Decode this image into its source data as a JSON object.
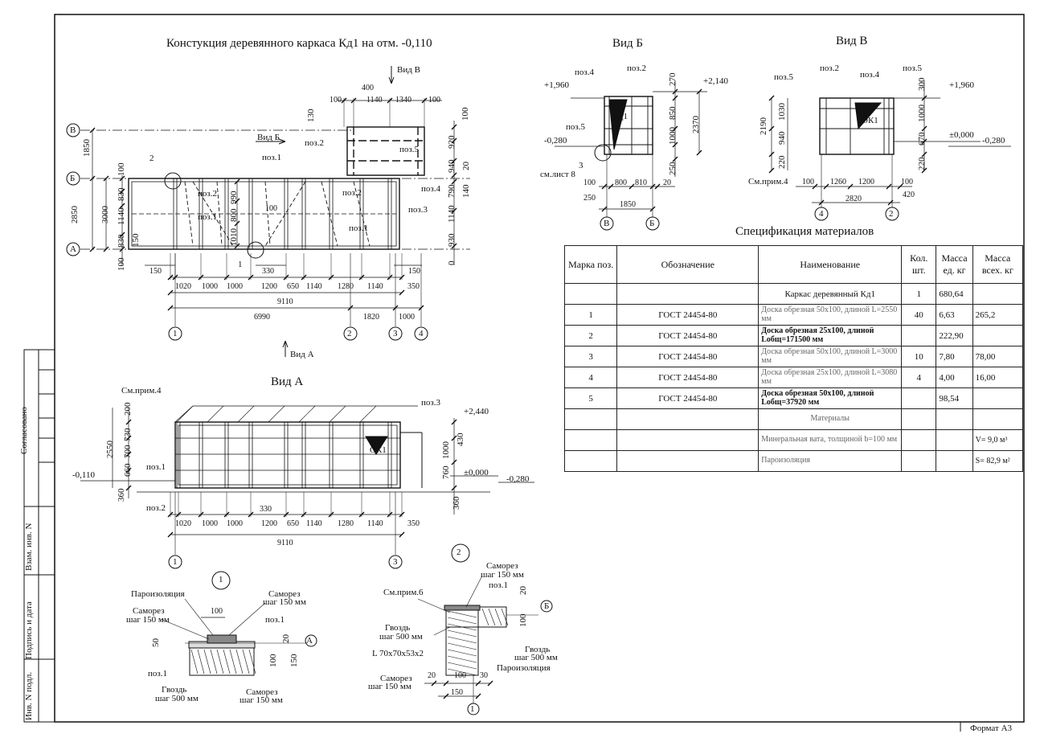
{
  "main_title": "Констукция деревянного каркаса Кд1 на отм. -0,110",
  "view_a_title": "Вид А",
  "view_b_title": "Вид Б",
  "view_v_title": "Вид В",
  "spec_title": "Спецификация материалов",
  "format_label": "Формат А3",
  "stamp": [
    "Согласовано",
    "Взам. инв. N",
    "Подпись и дата",
    "Инв. N подл."
  ],
  "plan": {
    "axes_rows": [
      "В",
      "Б",
      "А"
    ],
    "axes_cols": [
      "1",
      "2",
      "3",
      "4"
    ],
    "arrow_v": "Вид В",
    "arrow_b": "Вид Б",
    "arrow_a": "Вид А",
    "pos": [
      "поз.1",
      "поз.2",
      "поз.3",
      "поз.4",
      "поз.5"
    ],
    "callouts": [
      "1",
      "2"
    ],
    "top_dims": [
      "100",
      "400",
      "1140",
      "1340",
      "100",
      "130"
    ],
    "left_dims": [
      "1850",
      "2850",
      "3000",
      "100",
      "830",
      "1140",
      "830",
      "150",
      "100"
    ],
    "mid_dims": [
      "990",
      "800",
      "1010",
      "100"
    ],
    "right_dims": [
      "100",
      "920",
      "940",
      "20",
      "790",
      "140",
      "1140",
      "930",
      "0"
    ],
    "bottom_row1": [
      "150",
      "330",
      "150"
    ],
    "bottom_row2": [
      "1020",
      "1000",
      "1000",
      "1200",
      "650",
      "1140",
      "1280",
      "1140",
      "350"
    ],
    "bottom_total": "9110",
    "bottom_row3": [
      "6990",
      "1820",
      "1000"
    ]
  },
  "view_a": {
    "pos": [
      "См.прим.4",
      "поз.3",
      "поз.1",
      "поз.2",
      "ОК1"
    ],
    "left_dims": [
      "200",
      "730",
      "700",
      "660",
      "2550",
      "360"
    ],
    "right_dims": [
      "430",
      "1000",
      "760",
      "360"
    ],
    "levels": [
      "+2,440",
      "-0,110",
      "±0,000",
      "-0,280"
    ],
    "dims": [
      "330",
      "1020",
      "1000",
      "1000",
      "1200",
      "650",
      "1140",
      "1280",
      "1140",
      "350"
    ],
    "total": "9110",
    "axes": [
      "1",
      "3"
    ]
  },
  "view_b": {
    "pos": [
      "поз.4",
      "поз.2",
      "поз.5",
      "Д1"
    ],
    "levels": [
      "+1,960",
      "+2,140",
      "-0,280"
    ],
    "right_dims": [
      "270",
      "850",
      "2370",
      "1000",
      "250"
    ],
    "note": [
      "3",
      "см.лист 8"
    ],
    "bottom": [
      "100",
      "800",
      "810",
      "20",
      "250",
      "1850"
    ],
    "axes": [
      "В",
      "Б"
    ]
  },
  "view_v": {
    "pos": [
      "поз.5",
      "поз.2",
      "поз.4",
      "поз.5",
      "ОК1",
      "См.прим.4"
    ],
    "levels": [
      "+1,960",
      "±0,000",
      "-0,280"
    ],
    "left_dims": [
      "2190",
      "1030",
      "940",
      "220"
    ],
    "right_dims": [
      "300",
      "1000",
      "670",
      "220"
    ],
    "bottom": [
      "100",
      "1260",
      "1200",
      "100",
      "420",
      "2820"
    ],
    "axes": [
      "4",
      "2"
    ]
  },
  "node1": {
    "num": "1",
    "labels": [
      "Пароизоляция",
      "Саморез",
      "шаг 150 мм",
      "Саморез",
      "шаг 150 мм",
      "поз.1",
      "поз.1",
      "Гвоздь",
      "шаг 500 мм",
      "Саморез",
      "шаг 150 мм"
    ],
    "dims": [
      "100",
      "50",
      "20",
      "100",
      "150"
    ],
    "axis": "А"
  },
  "node2": {
    "num": "2",
    "labels": [
      "Саморез",
      "шаг 150 мм",
      "поз.1",
      "См.прим.6",
      "Гвоздь",
      "шаг 500 мм",
      "L 70x70x53x2",
      "Саморез",
      "шаг 150 мм",
      "Гвоздь",
      "шаг 500 мм",
      "Пароизоляция"
    ],
    "dims": [
      "20",
      "100",
      "20",
      "100",
      "30",
      "150"
    ],
    "axes": [
      "Б",
      "1"
    ]
  },
  "spec": {
    "headers": [
      "Марка поз.",
      "Обозначение",
      "Наименование",
      "Кол. шт.",
      "Масса ед. кг",
      "Масса всех. кг"
    ],
    "rows": [
      {
        "mark": "",
        "code": "",
        "name": "Каркас деревянный Кд1",
        "qty": "1",
        "unit": "680,64",
        "total": ""
      },
      {
        "mark": "1",
        "code": "ГОСТ 24454-80",
        "name": "Доска обрезная 50x100, длиной L=2550 мм",
        "qty": "40",
        "unit": "6,63",
        "total": "265,2"
      },
      {
        "mark": "2",
        "code": "ГОСТ 24454-80",
        "name": "Доска обрезная 25x100, длиной Lобщ=171500 мм",
        "qty": "",
        "unit": "222,90",
        "total": ""
      },
      {
        "mark": "3",
        "code": "ГОСТ 24454-80",
        "name": "Доска обрезная 50x100, длиной L=3000 мм",
        "qty": "10",
        "unit": "7,80",
        "total": "78,00"
      },
      {
        "mark": "4",
        "code": "ГОСТ 24454-80",
        "name": "Доска обрезная 25x100, длиной L=3080 мм",
        "qty": "4",
        "unit": "4,00",
        "total": "16,00"
      },
      {
        "mark": "5",
        "code": "ГОСТ 24454-80",
        "name": "Доска обрезная 50x100, длиной Lобщ=37920 мм",
        "qty": "",
        "unit": "98,54",
        "total": ""
      },
      {
        "mark": "",
        "code": "",
        "name": "Материалы",
        "qty": "",
        "unit": "",
        "total": ""
      },
      {
        "mark": "",
        "code": "",
        "name": "Минеральная вата, толщиной b=100 мм",
        "qty": "",
        "unit": "",
        "total": "V= 9,0 м³"
      },
      {
        "mark": "",
        "code": "",
        "name": "Пароизоляция",
        "qty": "",
        "unit": "",
        "total": "S= 82,9 м²"
      }
    ]
  }
}
